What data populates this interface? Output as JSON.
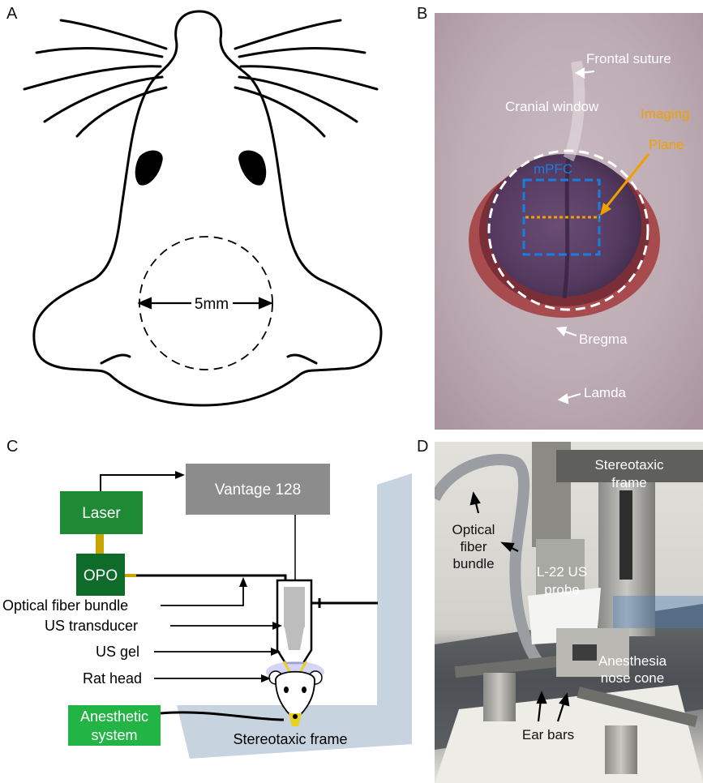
{
  "panels": {
    "a": {
      "letter": "A",
      "scale_label": "5mm"
    },
    "b": {
      "letter": "B",
      "labels": {
        "frontal_suture": "Frontal suture",
        "cranial_window": "Cranial window",
        "imaging": "Imaging",
        "plane": "Plane",
        "mpfc": "mPFC",
        "bregma": "Bregma",
        "lamda": "Lamda"
      }
    },
    "c": {
      "letter": "C",
      "boxes": {
        "vantage": "Vantage 128",
        "laser": "Laser",
        "opo": "OPO",
        "anesthetic_line1": "Anesthetic",
        "anesthetic_line2": "system"
      },
      "labels": {
        "fiber": "Optical fiber bundle",
        "transducer": "US transducer",
        "gel": "US gel",
        "rat_head": "Rat head",
        "frame": "Stereotaxic frame"
      }
    },
    "d": {
      "letter": "D",
      "labels": {
        "frame_line1": "Stereotaxic",
        "frame_line2": "frame",
        "fiber_line1": "Optical",
        "fiber_line2": "fiber",
        "fiber_line3": "bundle",
        "probe_line1": "L-22 US",
        "probe_line2": "probe",
        "nose_line1": "Anesthesia",
        "nose_line2": "nose cone",
        "ear_bars": "Ear bars"
      }
    }
  },
  "colors": {
    "box_gray": "#8c8c8c",
    "laser_green": "#1e8a36",
    "opo_green": "#0f6b2a",
    "anesthetic_green": "#22b445",
    "fiber_gold": "#c9a400",
    "mpfc_blue": "#1a7de0",
    "plane_orange": "#f0a000",
    "frame_blue": "#c8d3e0"
  }
}
